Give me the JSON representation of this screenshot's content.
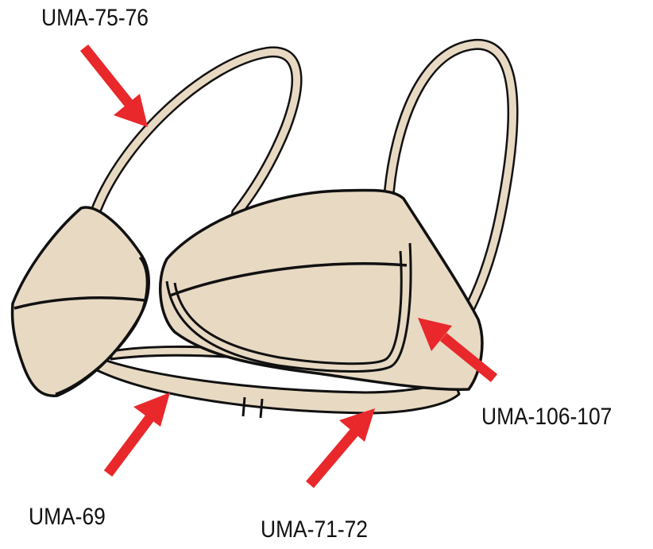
{
  "diagram": {
    "fill_color": "#e8d9c3",
    "outline_color": "#111111",
    "arrow_color": "#e8282b",
    "callouts": {
      "straps": "UMA-75-76",
      "side_panel": "UMA-106-107",
      "band": "UMA-69",
      "hook_band": "UMA-71-72"
    }
  }
}
